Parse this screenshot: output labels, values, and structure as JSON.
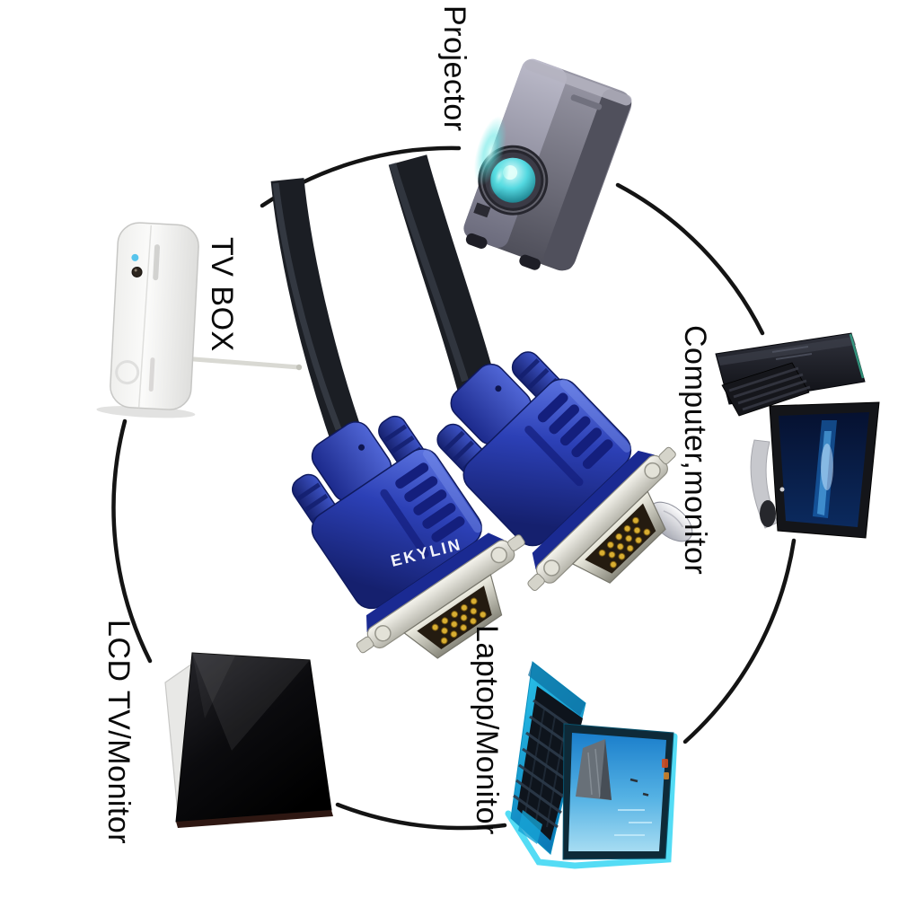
{
  "brand_label": "EKYLIN",
  "labels": {
    "projector": "Projector",
    "tv_box": "TV BOX",
    "computer_monitor": "Computer,monitor",
    "laptop_monitor": "Laptop/Monitor",
    "lcd_tv_monitor": "LCD TV/Monitor"
  },
  "colors": {
    "background": "#ffffff",
    "label_text": "#0a0a0a",
    "circle_line": "#141414",
    "cable_black": "#1b1e24",
    "connector_blue": "#2c40b6",
    "metal_silver": "#e9e8df",
    "pin_gold": "#d8ae32",
    "lens_teal": "#53d8e0",
    "laptop_cyan": "#1bd0f2"
  }
}
